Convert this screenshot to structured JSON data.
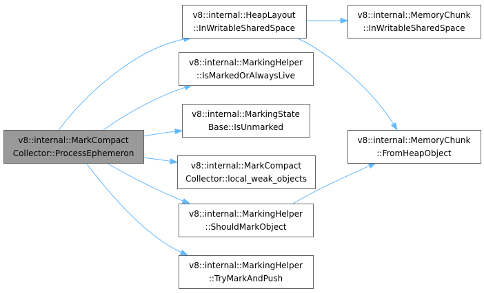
{
  "graph": {
    "nodes": [
      {
        "id": "process_ephemeron",
        "lines": [
          "v8::internal::MarkCompact",
          "Collector::ProcessEphemeron"
        ],
        "root": true
      },
      {
        "id": "heaplayout_inwritable",
        "lines": [
          "v8::internal::HeapLayout",
          "::InWritableSharedSpace"
        ]
      },
      {
        "id": "memorychunk_inwritable",
        "lines": [
          "v8::internal::MemoryChunk",
          "::InWritableSharedSpace"
        ]
      },
      {
        "id": "markinghelper_ismarked",
        "lines": [
          "v8::internal::MarkingHelper",
          "::IsMarkedOrAlwaysLive"
        ]
      },
      {
        "id": "markingstate_isunmarked",
        "lines": [
          "v8::internal::MarkingState",
          "Base::IsUnmarked"
        ]
      },
      {
        "id": "memorychunk_fromheap",
        "lines": [
          "v8::internal::MemoryChunk",
          "::FromHeapObject"
        ]
      },
      {
        "id": "markcompact_localweak",
        "lines": [
          "v8::internal::MarkCompact",
          "Collector::local_weak_objects"
        ]
      },
      {
        "id": "markinghelper_shouldmark",
        "lines": [
          "v8::internal::MarkingHelper",
          "::ShouldMarkObject"
        ]
      },
      {
        "id": "markinghelper_trymark",
        "lines": [
          "v8::internal::MarkingHelper",
          "::TryMarkAndPush"
        ]
      }
    ],
    "edges": [
      {
        "from": "process_ephemeron",
        "to": "heaplayout_inwritable"
      },
      {
        "from": "process_ephemeron",
        "to": "markinghelper_ismarked"
      },
      {
        "from": "process_ephemeron",
        "to": "markingstate_isunmarked"
      },
      {
        "from": "process_ephemeron",
        "to": "markcompact_localweak"
      },
      {
        "from": "process_ephemeron",
        "to": "markinghelper_shouldmark"
      },
      {
        "from": "process_ephemeron",
        "to": "markinghelper_trymark"
      },
      {
        "from": "heaplayout_inwritable",
        "to": "memorychunk_inwritable"
      },
      {
        "from": "heaplayout_inwritable",
        "to": "memorychunk_fromheap"
      },
      {
        "from": "markinghelper_shouldmark",
        "to": "memorychunk_fromheap"
      }
    ],
    "colors": {
      "edge": "#63b8ff",
      "node_border": "#666666",
      "root_fill": "#999999",
      "node_fill": "#ffffff"
    }
  }
}
